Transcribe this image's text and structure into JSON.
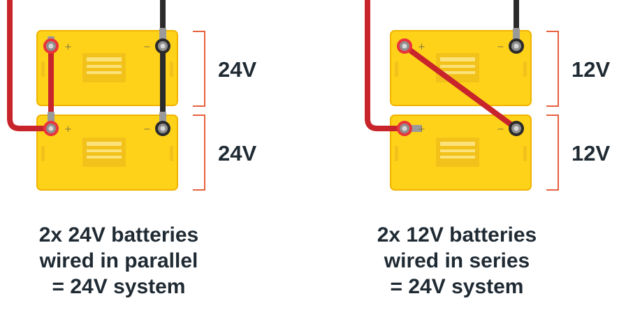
{
  "left": {
    "top_label": "24V",
    "bottom_label": "24V",
    "caption": [
      "2x 24V batteries",
      "wired in parallel",
      "= 24V system"
    ]
  },
  "right": {
    "top_label": "12V",
    "bottom_label": "12V",
    "caption": [
      "2x 12V batteries",
      "wired in series",
      "= 24V system"
    ]
  },
  "terminal_signs": {
    "positive": "+",
    "negative": "−"
  },
  "colors": {
    "battery_fill": "#FFD21A",
    "battery_stroke": "#F0B400",
    "battery_panel": "#F2C21A",
    "positive_cable": "#C8242B",
    "negative_cable": "#2B2B2B",
    "bracket": "#E8603C",
    "text": "#1F2A33"
  }
}
